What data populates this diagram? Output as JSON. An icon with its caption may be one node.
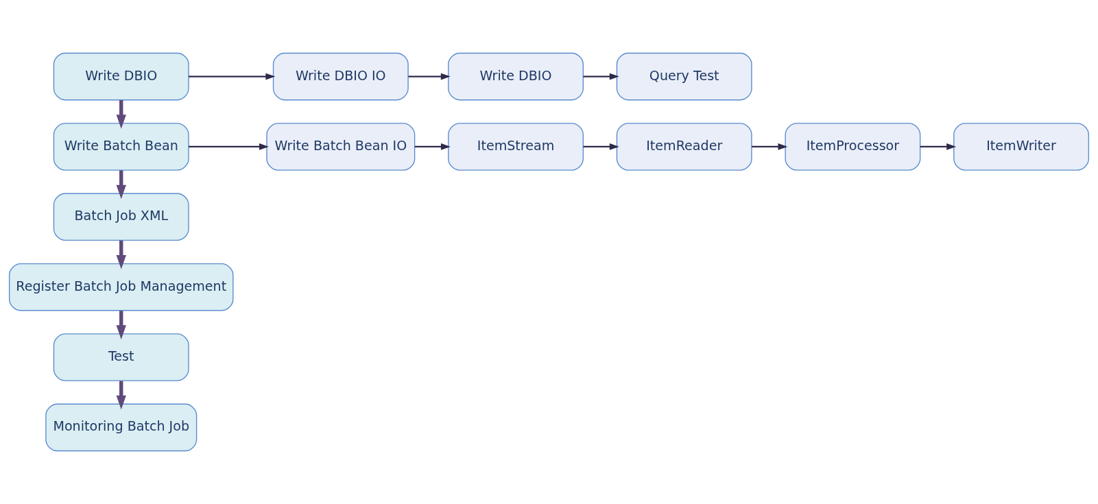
{
  "diagram": {
    "nodes": [
      {
        "text": [
          "Write DBIO"
        ]
      },
      {
        "text": [
          "Write DBIO IO"
        ]
      },
      {
        "text": [
          "Write DBIO"
        ]
      },
      {
        "text": [
          "Query Test"
        ]
      },
      {
        "text": [
          "Write Batch Bean"
        ]
      },
      {
        "text": [
          "Write Batch Bean IO"
        ]
      },
      {
        "text": [
          "ItemStream"
        ]
      },
      {
        "text": [
          "ItemReader"
        ]
      },
      {
        "text": [
          "ItemProcessor"
        ]
      },
      {
        "text": [
          "ItemWriter"
        ]
      },
      {
        "text": [
          "Batch Job XML"
        ]
      },
      {
        "text": [
          "Register Batch Job Management"
        ]
      },
      {
        "text": [
          "Test"
        ]
      },
      {
        "text": [
          "Monitoring Batch Job"
        ]
      }
    ],
    "edges": [
      {
        "from": 0,
        "to": 1,
        "arrow": "to"
      },
      {
        "from": 1,
        "to": 2,
        "arrow": "to"
      },
      {
        "from": 2,
        "to": 3,
        "arrow": "to"
      },
      {
        "from": 0,
        "to": 4,
        "arrow": "to",
        "style": "thick",
        "color": "#604a7b"
      },
      {
        "from": 4,
        "to": 5,
        "arrow": "to"
      },
      {
        "from": 5,
        "to": 6,
        "arrow": "to"
      },
      {
        "from": 6,
        "to": 7,
        "arrow": "to"
      },
      {
        "from": 7,
        "to": 8,
        "arrow": "to"
      },
      {
        "from": 8,
        "to": 9,
        "arrow": "to"
      },
      {
        "from": 4,
        "to": 10,
        "arrow": "to",
        "style": "thick",
        "color": "#604a7b"
      },
      {
        "from": 10,
        "to": 11,
        "arrow": "to",
        "style": "thick",
        "color": "#604a7b"
      },
      {
        "from": 11,
        "to": 12,
        "arrow": "to",
        "style": "thick",
        "color": "#604a7b"
      },
      {
        "from": 12,
        "to": 13,
        "arrow": "to",
        "style": "thick",
        "color": "#604a7b"
      }
    ]
  }
}
